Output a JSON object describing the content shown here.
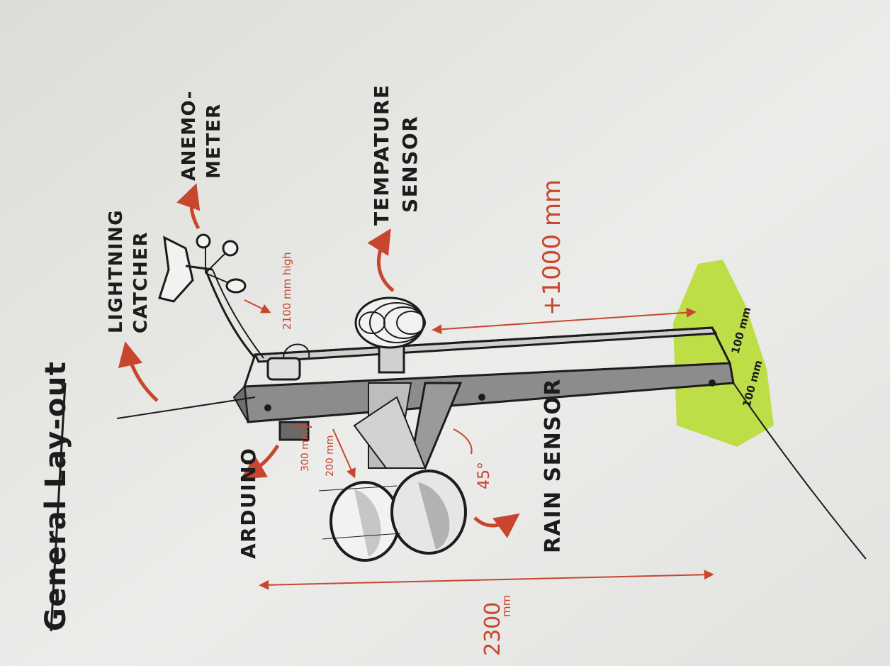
{
  "title": "General Lay-out",
  "labels": {
    "lightning_line1": "LIGHTNING",
    "lightning_line2": "CATCHER",
    "anemo_line1": "ANEMO-",
    "anemo_line2": "METER",
    "temp_line1": "TEMPATURE",
    "temp_line2": "SENSOR",
    "arduino": "ARDUINO",
    "rain": "RAIN SENSOR"
  },
  "dimensions": {
    "mast_height": "2100 mm high",
    "arm_length": "+1000 mm",
    "base_a": "100 mm",
    "base_b": "100 mm",
    "arduino_offset": "300 mm",
    "rain_offset": "200 mm",
    "angle": "45°",
    "overall_length": "2300",
    "overall_unit": "mm"
  },
  "colors": {
    "ink": "#1c1c1c",
    "annotation_red": "#c8462e",
    "highlighter": "#b6dc2c",
    "paper": "#e6e6e3",
    "body_gray": "#8c8c8c"
  }
}
